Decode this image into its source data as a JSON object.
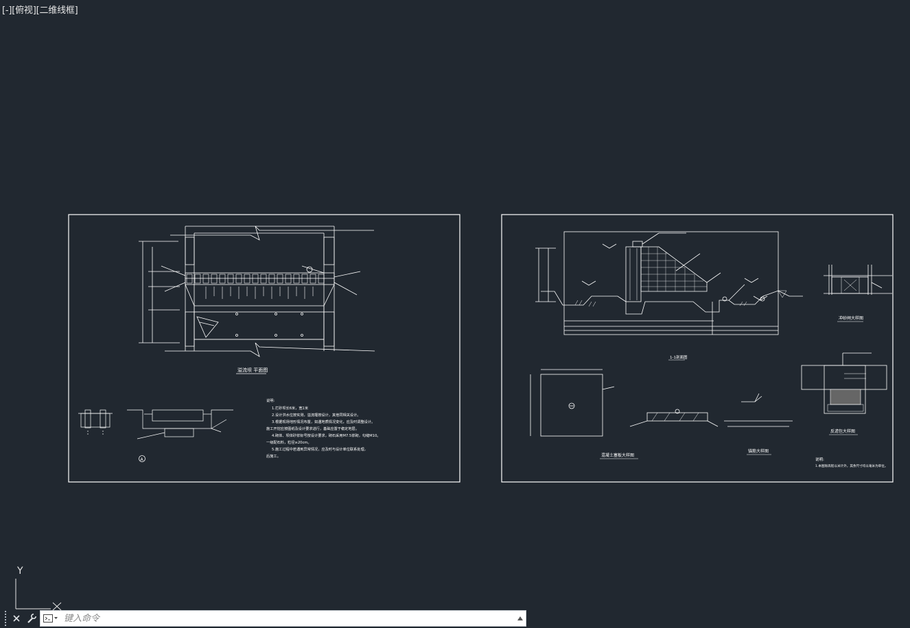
{
  "viewport": {
    "minus": "[-]",
    "view": "[俯视]",
    "style": "[二维线框]"
  },
  "sheet_left": {
    "plan_title": "溢流坝 平面图",
    "notes_title": "说明:",
    "notes": [
      "1.拦砂坝长6米，宽1米",
      "2.设计洪水位按实测，溢流堰按设计，其他同相关设计。",
      "3.根据现场地形情况布置，如遇地质情况变化，应及时调整设计。",
      "施工开挖应按图纸及设计要求进行，基础应置于稳定地层。",
      "4.砌体、坝体砂浆标号按设计要求，砌石采用M7.5浆砌，勾缝M10。",
      "一级配石料，粒径≥20cm。",
      "5.施工过程中若遇到异常情况，应及时与设计单位联系处理，",
      "后施工。"
    ],
    "detail_left": "A"
  },
  "sheet_right": {
    "section_title": "1-1剖面图",
    "sluice_title": "冲砂闸大样图",
    "plug_title": "混凝土塞板大样图",
    "anchor_title": "锚筋大样图",
    "filter_title": "反滤包大样图",
    "note_title": "说明:",
    "note_line": "1.本图除高程以米计外，其余尺寸均以毫米为单位。"
  },
  "ucs": {
    "y_label": "Y",
    "x_label": "X"
  },
  "command": {
    "placeholder": "键入命令"
  },
  "colors": {
    "background": "#212830",
    "linework": "#ffffff",
    "sheet_border": "#ffffff"
  },
  "icons": {
    "close": "close-icon",
    "customize": "wrench-icon",
    "prompt": "command-prompt-icon",
    "history": "chevron-up-icon"
  }
}
